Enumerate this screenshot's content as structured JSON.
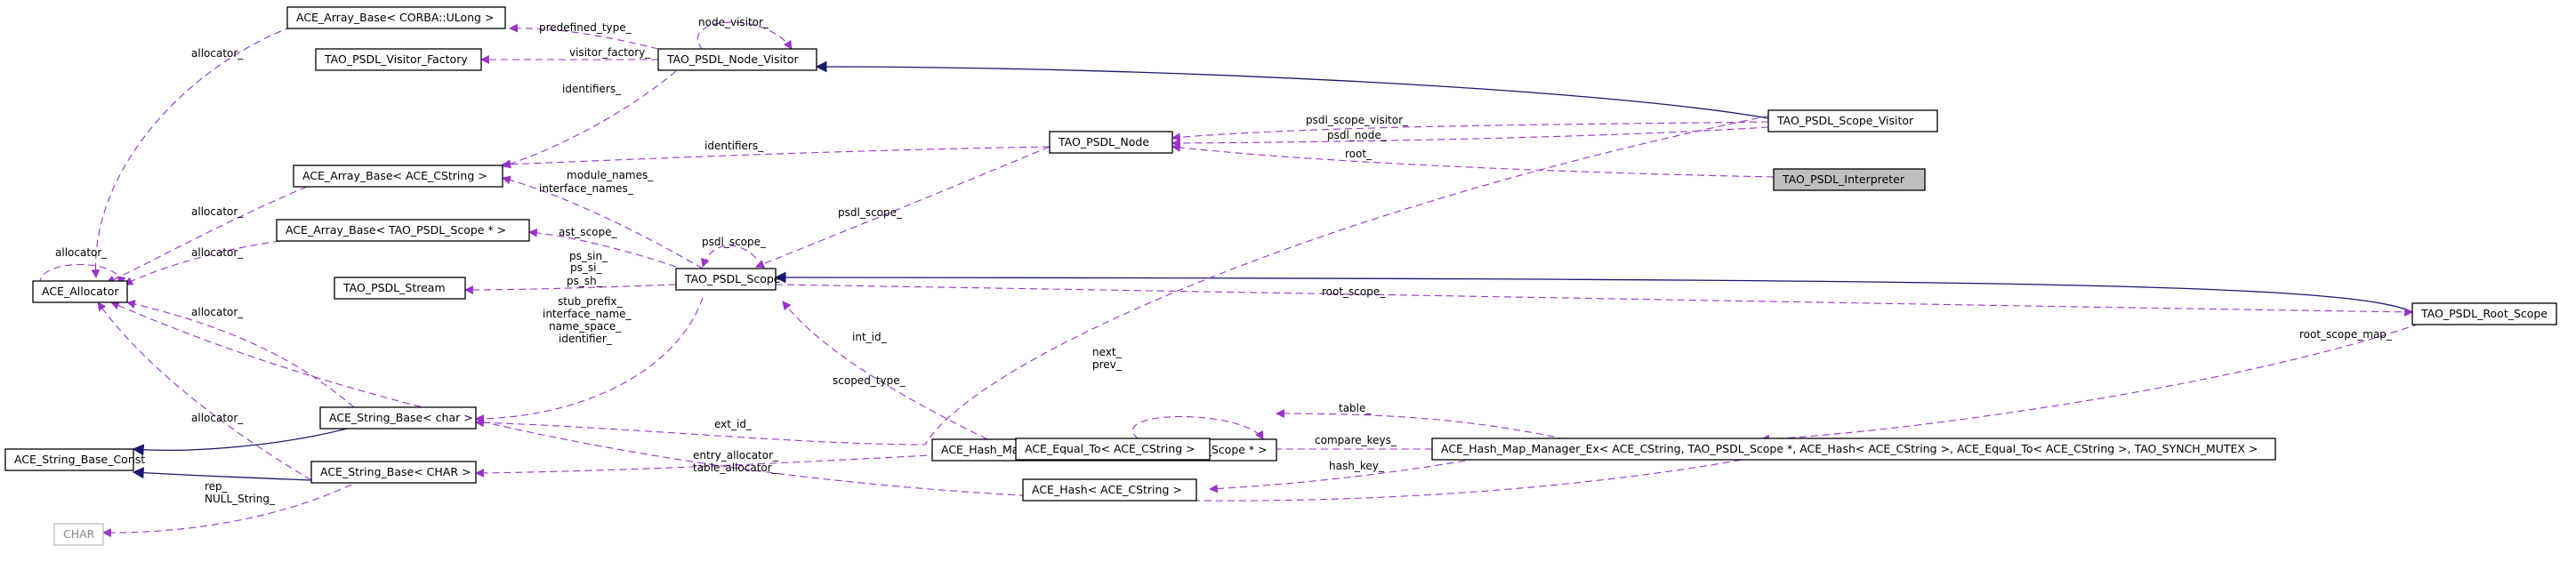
{
  "nodes": {
    "ace_array_base_ulong": "ACE_Array_Base< CORBA::ULong >",
    "visitor_factory": "TAO_PSDL_Visitor_Factory",
    "node_visitor": "TAO_PSDL_Node_Visitor",
    "scope_visitor": "TAO_PSDL_Scope_Visitor",
    "psdl_node": "TAO_PSDL_Node",
    "interpreter": "TAO_PSDL_Interpreter",
    "ace_array_base_cstring": "ACE_Array_Base< ACE_CString >",
    "ace_array_base_scope": "ACE_Array_Base< TAO_PSDL_Scope * >",
    "ace_allocator": "ACE_Allocator",
    "psdl_stream": "TAO_PSDL_Stream",
    "psdl_scope": "TAO_PSDL_Scope",
    "root_scope": "TAO_PSDL_Root_Scope",
    "string_base_char": "ACE_String_Base< char >",
    "hash_map_entry": "ACE_Hash_Map_Entry< ACE_CString, TAO_PSDL_Scope * >",
    "string_base_const": "ACE_String_Base_Const",
    "string_base_CHAR": "ACE_String_Base< CHAR >",
    "equal_to": "ACE_Equal_To< ACE_CString >",
    "hash_map_manager": "ACE_Hash_Map_Manager_Ex< ACE_CString, TAO_PSDL_Scope *, ACE_Hash< ACE_CString >, ACE_Equal_To< ACE_CString >, TAO_SYNCH_MUTEX >",
    "hash": "ACE_Hash< ACE_CString >",
    "char_node": "CHAR"
  },
  "edge_labels": {
    "allocator_1": "allocator_",
    "predefined_type": "predefined_type_",
    "node_visitor": "node_visitor_",
    "visitor_factory": "visitor_factory_",
    "identifiers_1": "identifiers_",
    "identifiers_2": "identifiers_",
    "psdl_scope_visitor": "psdl_scope_visitor_",
    "psdl_node": "psdl_node_",
    "root": "root_",
    "allocator_2": "allocator_",
    "module_names": "module_names_",
    "interface_names": "interface_names_",
    "psdl_scope_1": "psdl_scope_",
    "allocator_self": "allocator_",
    "allocator_3": "allocator_",
    "ast_scope": "ast_scope_",
    "psdl_scope_2": "psdl_scope_",
    "ps_sin": "ps_sin_",
    "ps_si": "ps_si_",
    "ps_sh": "ps_sh_",
    "root_scope": "root_scope_",
    "allocator_4": "allocator_",
    "stub_prefix": "stub_prefix_",
    "interface_name": "interface_name_",
    "name_space": "name_space_",
    "identifier": "identifier_",
    "int_id": "int_id_",
    "next": "next_",
    "prev": "prev_",
    "root_scope_map": "root_scope_map_",
    "scoped_type": "scoped_type_",
    "table": "table_",
    "allocator_5": "allocator_",
    "ext_id": "ext_id_",
    "compare_keys": "compare_keys_",
    "entry_allocator": "entry_allocator_",
    "table_allocator": "table_allocator_",
    "hash_key": "hash_key_",
    "rep": "rep_",
    "null_string": "NULL_String_"
  },
  "colors": {
    "dependency_edge": "#9a32cd",
    "inheritance_edge": "#191970",
    "highlight_fill": "#bfbfbf"
  }
}
